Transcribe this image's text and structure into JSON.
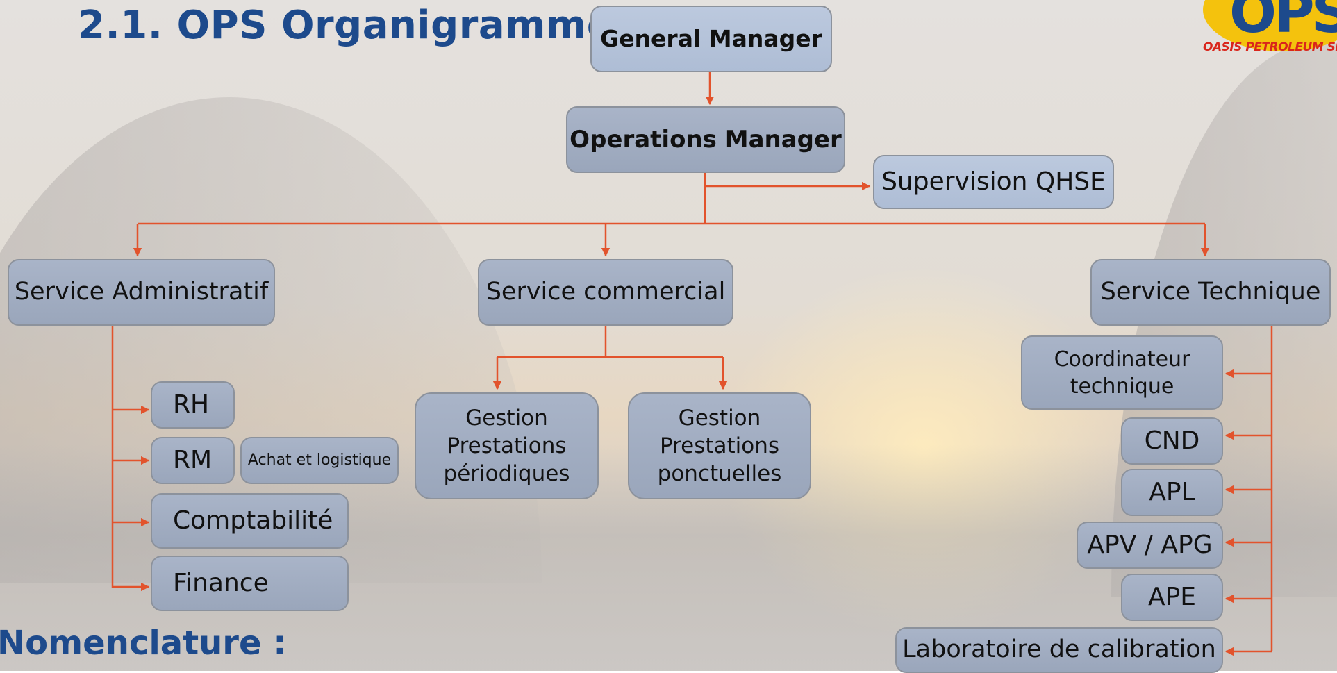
{
  "title": "2.1. OPS Organigramme",
  "nomenclature_label": "Nomenclature :",
  "logo": {
    "letters": "OPS",
    "text": "OASIS PETROLEUM SERVICES"
  },
  "colors": {
    "title": "#1d4a8c",
    "connector": "#e2532c",
    "box_fill": "#a9b4c8",
    "box_fill_light": "#bcc9de",
    "logo_yellow": "#f4c20d",
    "logo_red": "#d9261c"
  },
  "org": {
    "general_manager": "General Manager",
    "operations_manager": "Operations Manager",
    "supervision_qhse": "Supervision QHSE",
    "service_administratif": {
      "label": "Service Administratif",
      "rh": "RH",
      "rm": "RM",
      "achat": "Achat et logistique",
      "comptabilite": "Comptabilité",
      "finance": "Finance"
    },
    "service_commercial": {
      "label": "Service commercial",
      "periodiques": [
        "Gestion",
        "Prestations",
        "périodiques"
      ],
      "ponctuelles": [
        "Gestion",
        "Prestations",
        "ponctuelles"
      ]
    },
    "service_technique": {
      "label": "Service Technique",
      "coordinateur": [
        "Coordinateur",
        "technique"
      ],
      "cnd": "CND",
      "apl": "APL",
      "apv_apg": "APV / APG",
      "ape": "APE",
      "laboratoire": "Laboratoire de calibration"
    }
  }
}
